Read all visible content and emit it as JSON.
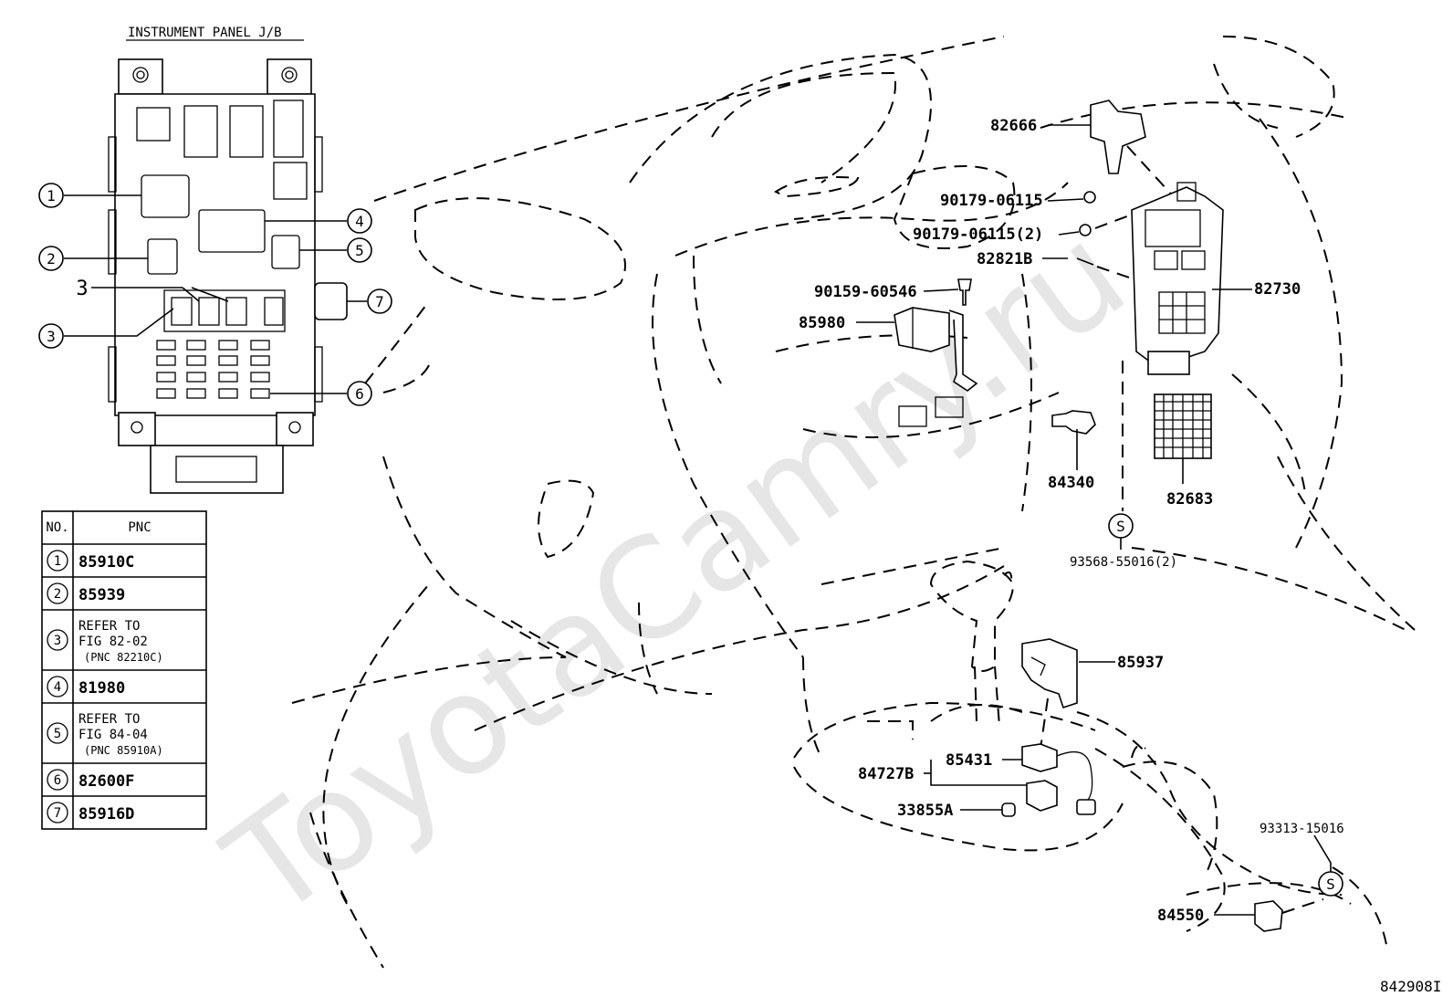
{
  "jb_title": "INSTRUMENT PANEL J/B",
  "watermark": "ToyotaCamry.ru",
  "figure_id": "842908I",
  "jb_callouts": [
    "1",
    "2",
    "3",
    "4",
    "5",
    "6",
    "7"
  ],
  "jb_loose_label": "3",
  "table": {
    "header_no": "NO.",
    "header_pnc": "PNC",
    "rows": [
      {
        "no": "1",
        "lines": [
          "85910C"
        ]
      },
      {
        "no": "2",
        "lines": [
          "85939"
        ]
      },
      {
        "no": "3",
        "lines": [
          "REFER TO",
          "FIG 82-02",
          "(PNC 82210C)"
        ]
      },
      {
        "no": "4",
        "lines": [
          "81980"
        ]
      },
      {
        "no": "5",
        "lines": [
          "REFER TO",
          "FIG 84-04",
          "(PNC 85910A)"
        ]
      },
      {
        "no": "6",
        "lines": [
          "82600F"
        ]
      },
      {
        "no": "7",
        "lines": [
          "85916D"
        ]
      }
    ]
  },
  "parts": {
    "p82666": "82666",
    "p90179a": "90179-06115",
    "p90179b": "90179-06115(2)",
    "p82821b": "82821B",
    "p82730": "82730",
    "p90159": "90159-60546",
    "p85980": "85980",
    "p84340": "84340",
    "p82683": "82683",
    "p93568": "93568-55016(2)",
    "p85937": "85937",
    "p84727b": "84727B",
    "p85431": "85431",
    "p33855a": "33855A",
    "p93313": "93313-15016",
    "p84550": "84550",
    "screw_mark": "S"
  }
}
